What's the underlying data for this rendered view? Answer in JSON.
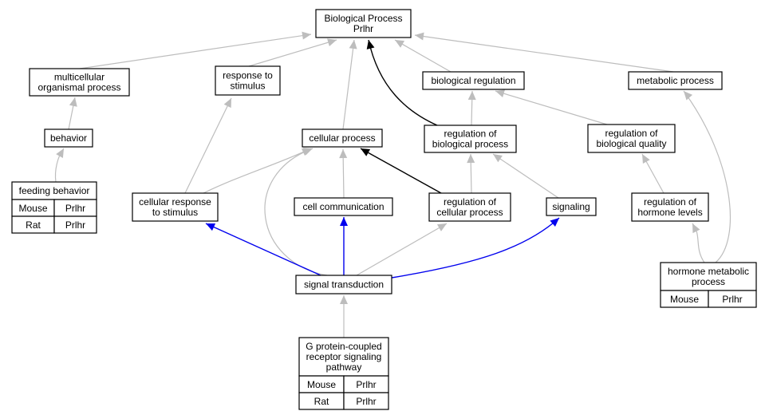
{
  "nodes": {
    "root": [
      "Biological Process",
      "Prlhr"
    ],
    "multicellular": [
      "multicellular",
      "organismal process"
    ],
    "response_stimulus": [
      "response to",
      "stimulus"
    ],
    "biological_regulation": [
      "biological regulation"
    ],
    "metabolic_process": [
      "metabolic process"
    ],
    "behavior": [
      "behavior"
    ],
    "cellular_process": [
      "cellular process"
    ],
    "regulation_bio_process": [
      "regulation of",
      "biological process"
    ],
    "regulation_bio_quality": [
      "regulation of",
      "biological quality"
    ],
    "feeding_behavior": [
      "feeding behavior"
    ],
    "cellular_response": [
      "cellular response",
      "to stimulus"
    ],
    "cell_communication": [
      "cell communication"
    ],
    "regulation_cell_process": [
      "regulation of",
      "cellular process"
    ],
    "signaling": [
      "signaling"
    ],
    "regulation_hormone": [
      "regulation of",
      "hormone levels"
    ],
    "hormone_metabolic": [
      "hormone metabolic",
      "process"
    ],
    "signal_transduction": [
      "signal transduction"
    ],
    "gpcr": [
      "G protein-coupled",
      "receptor signaling",
      "pathway"
    ]
  },
  "annotations": {
    "feeding_behavior": [
      {
        "species": "Mouse",
        "gene": "Prlhr",
        "color": "#add8e6"
      },
      {
        "species": "Rat",
        "gene": "Prlhr",
        "color": "#ffd700"
      }
    ],
    "hormone_metabolic": [
      {
        "species": "Mouse",
        "gene": "Prlhr",
        "color": "#add8e6"
      }
    ],
    "gpcr": [
      {
        "species": "Mouse",
        "gene": "Prlhr",
        "color": "#add8e6"
      },
      {
        "species": "Rat",
        "gene": "Prlhr",
        "color": "#ffd700"
      }
    ]
  },
  "colors": {
    "edge_default": "#bdbdbd",
    "edge_emphasis": "#000000",
    "edge_signal": "#0000ee",
    "mouse": "#add8e6",
    "rat": "#ffd700"
  }
}
